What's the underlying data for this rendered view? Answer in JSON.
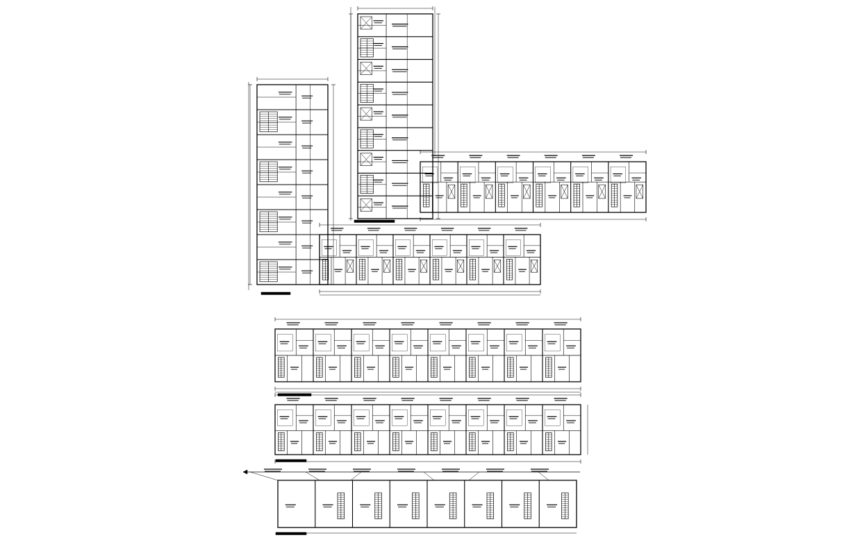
{
  "drawing": {
    "line_color": "#000000",
    "background": "#ffffff",
    "plans": [
      {
        "id": "plan-top-right",
        "kind": "l-shape"
      },
      {
        "id": "plan-top-left",
        "kind": "l-shape"
      },
      {
        "id": "plan-typical-floor",
        "kind": "strip",
        "units": 8
      },
      {
        "id": "plan-ground-floor",
        "kind": "strip",
        "units": 8
      },
      {
        "id": "plan-basement",
        "kind": "strip",
        "units": 8
      }
    ]
  }
}
